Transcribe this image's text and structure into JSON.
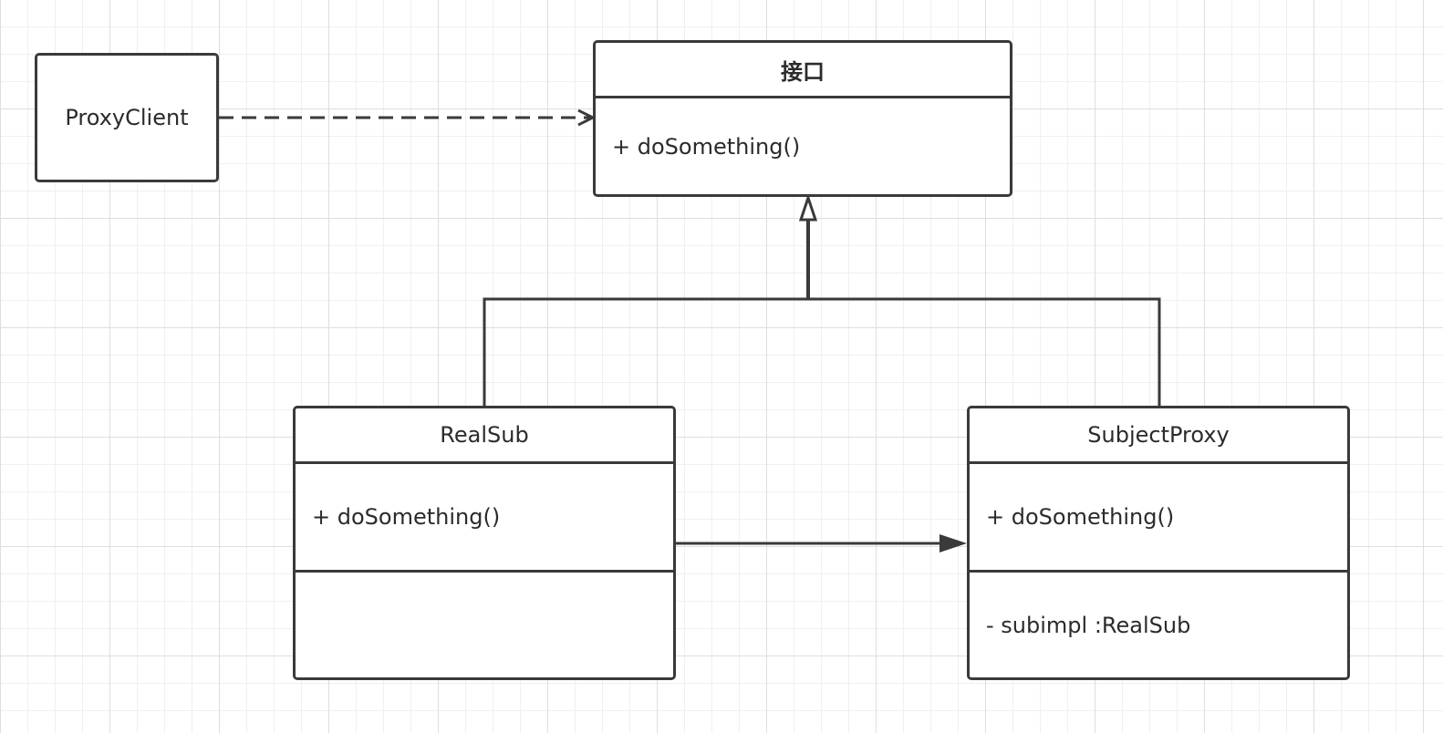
{
  "diagram": {
    "client": {
      "label": "ProxyClient"
    },
    "interface": {
      "name": "接口",
      "operations": [
        "+ doSomething()"
      ]
    },
    "real_sub": {
      "name": "RealSub",
      "operations": [
        "+ doSomething()"
      ],
      "attributes": []
    },
    "subject_proxy": {
      "name": "SubjectProxy",
      "operations": [
        "+ doSomething()"
      ],
      "attributes": [
        "- subimpl :RealSub"
      ]
    }
  }
}
